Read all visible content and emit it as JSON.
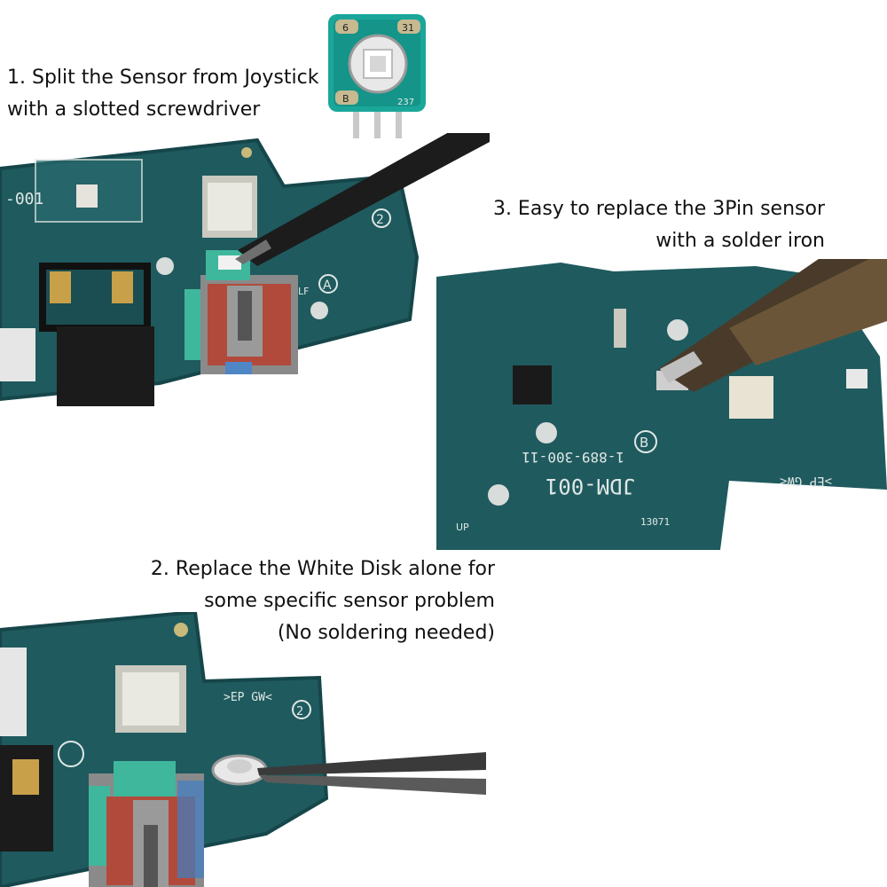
{
  "steps": {
    "step1": {
      "line1": "1. Split the Sensor from Joystick",
      "line2": "with a slotted screwdriver"
    },
    "step2": {
      "line1": "2. Replace the White Disk alone for",
      "line2": "some specific sensor problem",
      "line3": "(No soldering needed)"
    },
    "step3": {
      "line1": "3. Easy to replace the 3Pin sensor",
      "line2": "with a solder iron"
    }
  },
  "board_markings": {
    "sensor_top_left": "6",
    "sensor_top_right": "31",
    "sensor_bottom_left": "B",
    "sensor_bottom_right": "237",
    "board1_code": "-001",
    "board1_circle_label": "2",
    "board1_letter": "A",
    "board1_lf": "LF",
    "board3_model": "JDM-001",
    "board3_part": "1-889-300-11",
    "board3_circle_label": "B",
    "board3_ep": ">EP GW<",
    "board3_date": "13071",
    "board3_up": "UP",
    "board2_ep": ">EP GW<",
    "board2_circle_label": "2"
  },
  "colors": {
    "pcb": "#1f5a5e",
    "pcb_dark": "#15464a",
    "sensor": "#1aa79a",
    "silkscreen": "#dfe8e6"
  }
}
